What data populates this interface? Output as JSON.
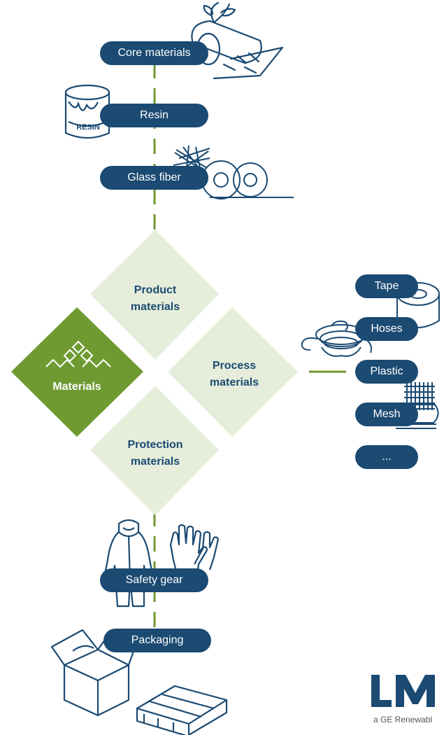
{
  "main_chain": {
    "core_materials": "Core materials",
    "resin": "Resin",
    "glass_fiber": "Glass fiber",
    "safety_gear": "Safety gear",
    "packaging": "Packaging"
  },
  "diamonds": {
    "materials": "Materials",
    "product_line1": "Product",
    "product_line2": "materials",
    "process_line1": "Process",
    "process_line2": "materials",
    "protection_line1": "Protection",
    "protection_line2": "materials"
  },
  "process_items": [
    "Tape",
    "Hoses",
    "Plastic",
    "Mesh",
    "..."
  ],
  "icons": {
    "resin_can_text": "RESIN"
  },
  "logo": {
    "mark": "LM",
    "subtitle": "a GE Renewabl"
  },
  "colors": {
    "navy": "#1b4a72",
    "green": "#6f9a32",
    "light_green": "#e6eedb"
  }
}
